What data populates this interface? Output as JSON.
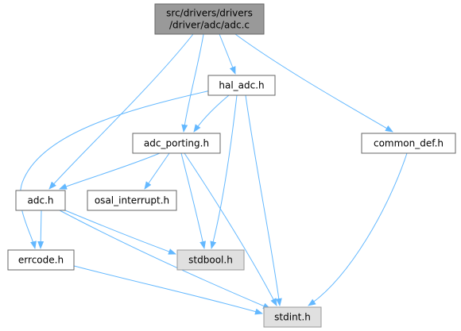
{
  "graph": {
    "nodes": [
      {
        "id": "adc_c",
        "lines": [
          "src/drivers/drivers",
          "/driver/adc/adc.c"
        ],
        "style": "root"
      },
      {
        "id": "hal_adc_h",
        "lines": [
          "hal_adc.h"
        ],
        "style": "normal"
      },
      {
        "id": "adc_porting_h",
        "lines": [
          "adc_porting.h"
        ],
        "style": "normal"
      },
      {
        "id": "common_def_h",
        "lines": [
          "common_def.h"
        ],
        "style": "normal"
      },
      {
        "id": "adc_h",
        "lines": [
          "adc.h"
        ],
        "style": "normal"
      },
      {
        "id": "osal_interrupt_h",
        "lines": [
          "osal_interrupt.h"
        ],
        "style": "normal"
      },
      {
        "id": "errcode_h",
        "lines": [
          "errcode.h"
        ],
        "style": "normal"
      },
      {
        "id": "stdbool_h",
        "lines": [
          "stdbool.h"
        ],
        "style": "system"
      },
      {
        "id": "stdint_h",
        "lines": [
          "stdint.h"
        ],
        "style": "system"
      }
    ],
    "edges": [
      {
        "from": "adc_c",
        "to": "hal_adc_h"
      },
      {
        "from": "adc_c",
        "to": "adc_porting_h"
      },
      {
        "from": "adc_c",
        "to": "adc_h"
      },
      {
        "from": "adc_c",
        "to": "common_def_h"
      },
      {
        "from": "hal_adc_h",
        "to": "adc_porting_h"
      },
      {
        "from": "hal_adc_h",
        "to": "errcode_h"
      },
      {
        "from": "hal_adc_h",
        "to": "stdbool_h"
      },
      {
        "from": "hal_adc_h",
        "to": "stdint_h"
      },
      {
        "from": "adc_porting_h",
        "to": "adc_h"
      },
      {
        "from": "adc_porting_h",
        "to": "osal_interrupt_h"
      },
      {
        "from": "adc_porting_h",
        "to": "stdbool_h"
      },
      {
        "from": "adc_porting_h",
        "to": "stdint_h"
      },
      {
        "from": "adc_h",
        "to": "errcode_h"
      },
      {
        "from": "adc_h",
        "to": "stdbool_h"
      },
      {
        "from": "adc_h",
        "to": "stdint_h"
      },
      {
        "from": "errcode_h",
        "to": "stdint_h"
      },
      {
        "from": "common_def_h",
        "to": "stdint_h"
      }
    ]
  },
  "colors": {
    "edge": "#63b8ff",
    "root_fill": "#999999",
    "root_stroke": "#666666",
    "node_fill": "#ffffff",
    "node_stroke": "#666666",
    "system_fill": "#e0e0e0",
    "system_stroke": "#999999",
    "text": "#000000"
  }
}
